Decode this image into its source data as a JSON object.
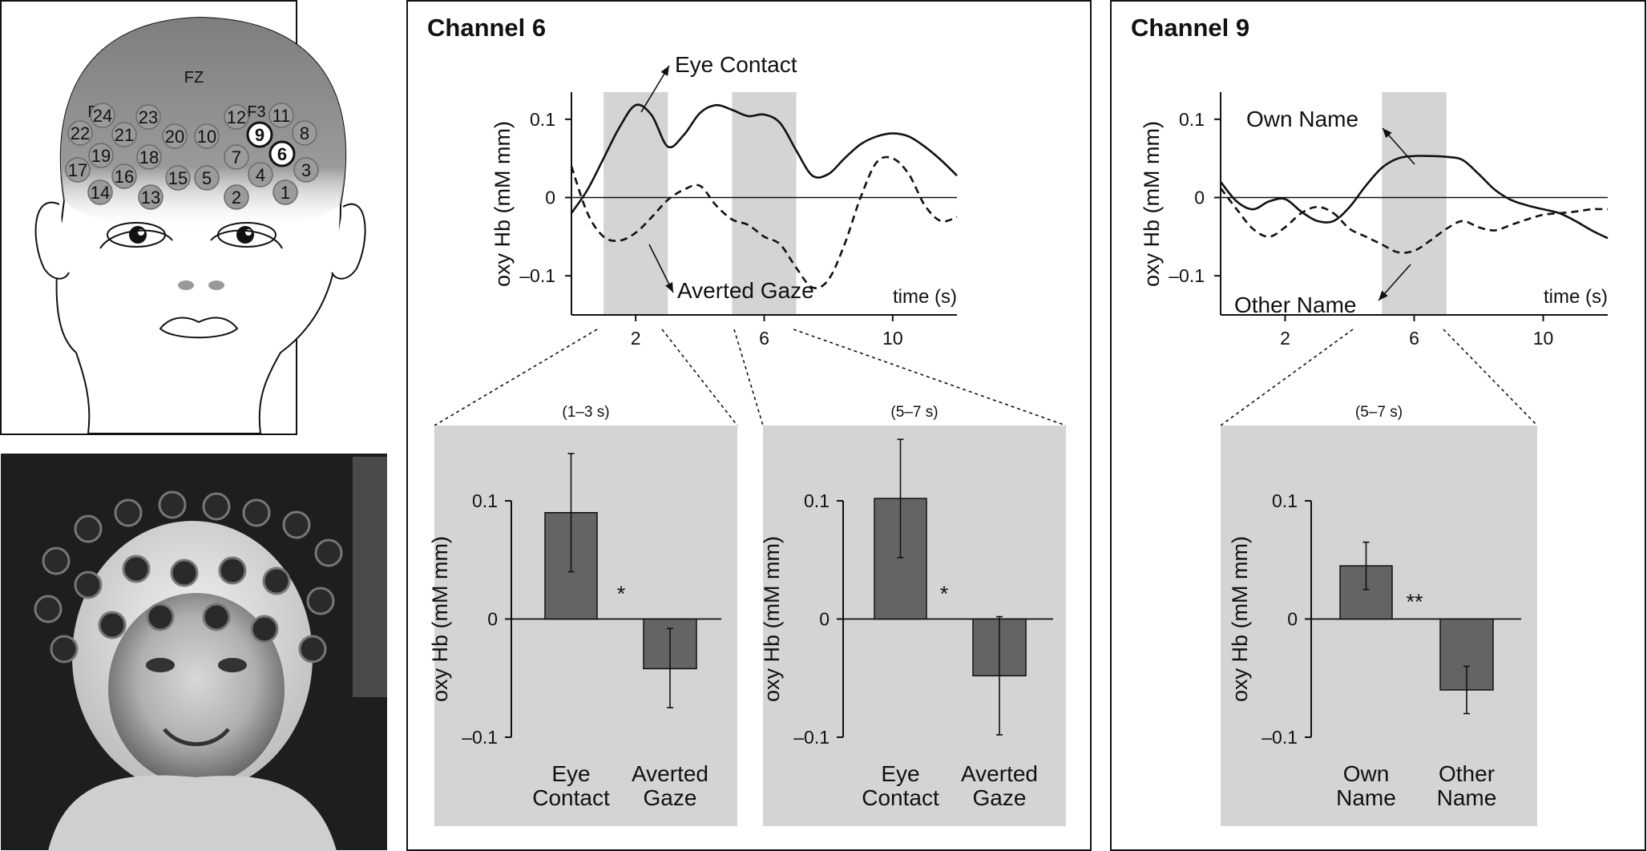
{
  "head_diagram": {
    "landmarks": [
      "FZ",
      "F4",
      "F3"
    ],
    "channels": [
      {
        "id": "24",
        "ring": "grey"
      },
      {
        "id": "23",
        "ring": "grey"
      },
      {
        "id": "22",
        "ring": "grey"
      },
      {
        "id": "21",
        "ring": "grey"
      },
      {
        "id": "20",
        "ring": "grey"
      },
      {
        "id": "10",
        "ring": "grey"
      },
      {
        "id": "19",
        "ring": "grey"
      },
      {
        "id": "18",
        "ring": "grey"
      },
      {
        "id": "17",
        "ring": "grey"
      },
      {
        "id": "16",
        "ring": "grey"
      },
      {
        "id": "15",
        "ring": "grey"
      },
      {
        "id": "5",
        "ring": "grey"
      },
      {
        "id": "14",
        "ring": "grey"
      },
      {
        "id": "13",
        "ring": "grey"
      },
      {
        "id": "12",
        "ring": "grey"
      },
      {
        "id": "11",
        "ring": "grey"
      },
      {
        "id": "9",
        "ring": "highlight"
      },
      {
        "id": "8",
        "ring": "grey"
      },
      {
        "id": "7",
        "ring": "grey"
      },
      {
        "id": "6",
        "ring": "highlight"
      },
      {
        "id": "3",
        "ring": "grey"
      },
      {
        "id": "4",
        "ring": "grey"
      },
      {
        "id": "1",
        "ring": "grey"
      },
      {
        "id": "2",
        "ring": "grey"
      }
    ]
  },
  "photo": {
    "description_icon": "infant-with-fnirs-cap-photo"
  },
  "chart_data": [
    {
      "type": "line",
      "panel_title": "Channel 6",
      "ylabel": "oxy Hb (mM mm)",
      "xlabel": "time (s)",
      "xlim": [
        0,
        12
      ],
      "ylim": [
        -0.15,
        0.15
      ],
      "xticks": [
        2,
        6,
        10
      ],
      "yticks": [
        {
          "v": 0.1,
          "t": "0.1"
        },
        {
          "v": 0,
          "t": "0"
        },
        {
          "v": -0.1,
          "t": "–0.1"
        }
      ],
      "shaded_windows": [
        [
          1,
          3
        ],
        [
          5,
          7
        ]
      ],
      "series": [
        {
          "name": "Eye Contact",
          "style": "solid",
          "x": [
            0,
            0.5,
            1,
            1.5,
            2,
            2.5,
            3,
            3.5,
            4,
            4.5,
            5,
            5.5,
            6,
            6.5,
            7,
            7.5,
            8,
            8.5,
            9,
            9.5,
            10,
            10.5,
            11,
            11.5,
            12
          ],
          "y": [
            -0.02,
            0.01,
            0.05,
            0.09,
            0.118,
            0.105,
            0.065,
            0.08,
            0.108,
            0.118,
            0.112,
            0.104,
            0.106,
            0.095,
            0.06,
            0.028,
            0.03,
            0.05,
            0.068,
            0.078,
            0.082,
            0.078,
            0.065,
            0.048,
            0.028
          ]
        },
        {
          "name": "Averted Gaze",
          "style": "dashed",
          "x": [
            0,
            0.5,
            1,
            1.5,
            2,
            2.5,
            3,
            3.5,
            4,
            4.5,
            5,
            5.5,
            6,
            6.5,
            7,
            7.5,
            8,
            8.5,
            9,
            9.5,
            10,
            10.5,
            11,
            11.5,
            12
          ],
          "y": [
            0.04,
            -0.02,
            -0.05,
            -0.055,
            -0.045,
            -0.025,
            -0.003,
            0.01,
            0.015,
            -0.01,
            -0.028,
            -0.035,
            -0.05,
            -0.06,
            -0.09,
            -0.115,
            -0.105,
            -0.06,
            0.0,
            0.045,
            0.05,
            0.03,
            -0.01,
            -0.03,
            -0.025
          ]
        }
      ],
      "annotations": [
        {
          "text": "Eye Contact"
        },
        {
          "text": "Averted Gaze"
        }
      ]
    },
    {
      "type": "line",
      "panel_title": "Channel 9",
      "ylabel": "oxy Hb (mM mm)",
      "xlabel": "time (s)",
      "xlim": [
        0,
        12
      ],
      "ylim": [
        -0.15,
        0.15
      ],
      "xticks": [
        2,
        6,
        10
      ],
      "yticks": [
        {
          "v": 0.1,
          "t": "0.1"
        },
        {
          "v": 0,
          "t": "0"
        },
        {
          "v": -0.1,
          "t": "–0.1"
        }
      ],
      "shaded_windows": [
        [
          5,
          7
        ]
      ],
      "series": [
        {
          "name": "Own Name",
          "style": "solid",
          "x": [
            0,
            0.5,
            1,
            1.5,
            2,
            2.5,
            3,
            3.5,
            4,
            4.5,
            5,
            5.5,
            6,
            6.5,
            7,
            7.5,
            8,
            8.5,
            9,
            9.5,
            10,
            10.5,
            11,
            11.5,
            12
          ],
          "y": [
            0.02,
            -0.005,
            -0.015,
            -0.005,
            -0.002,
            -0.018,
            -0.03,
            -0.03,
            -0.012,
            0.015,
            0.038,
            0.05,
            0.053,
            0.053,
            0.052,
            0.048,
            0.03,
            0.01,
            -0.003,
            -0.01,
            -0.015,
            -0.02,
            -0.03,
            -0.042,
            -0.052
          ]
        },
        {
          "name": "Other Name",
          "style": "dashed",
          "x": [
            0,
            0.5,
            1,
            1.5,
            2,
            2.5,
            3,
            3.5,
            4,
            4.5,
            5,
            5.5,
            6,
            6.5,
            7,
            7.5,
            8,
            8.5,
            9,
            9.5,
            10,
            10.5,
            11,
            11.5,
            12
          ],
          "y": [
            0.012,
            -0.015,
            -0.04,
            -0.05,
            -0.038,
            -0.02,
            -0.012,
            -0.02,
            -0.04,
            -0.05,
            -0.06,
            -0.07,
            -0.068,
            -0.055,
            -0.04,
            -0.03,
            -0.038,
            -0.042,
            -0.035,
            -0.028,
            -0.022,
            -0.02,
            -0.018,
            -0.015,
            -0.015
          ]
        }
      ],
      "annotations": [
        {
          "text": "Own Name"
        },
        {
          "text": "Other Name"
        }
      ]
    },
    {
      "type": "bar",
      "window_label": "(1–3 s)",
      "ylabel": "oxy Hb (mM mm)",
      "ylim": [
        -0.1,
        0.1
      ],
      "yticks": [
        {
          "v": 0.1,
          "t": "0.1"
        },
        {
          "v": 0,
          "t": "0"
        },
        {
          "v": -0.1,
          "t": "–0.1"
        }
      ],
      "categories": [
        [
          "Eye",
          "Contact"
        ],
        [
          "Averted",
          "Gaze"
        ]
      ],
      "values": [
        0.09,
        -0.042
      ],
      "errors": [
        [
          0.04,
          0.14
        ],
        [
          -0.075,
          -0.008
        ]
      ],
      "significance": "*"
    },
    {
      "type": "bar",
      "window_label": "(5–7 s)",
      "ylabel": "oxy Hb (mM mm)",
      "ylim": [
        -0.1,
        0.1
      ],
      "yticks": [
        {
          "v": 0.1,
          "t": "0.1"
        },
        {
          "v": 0,
          "t": "0"
        },
        {
          "v": -0.1,
          "t": "–0.1"
        }
      ],
      "categories": [
        [
          "Eye",
          "Contact"
        ],
        [
          "Averted",
          "Gaze"
        ]
      ],
      "values": [
        0.102,
        -0.048
      ],
      "errors": [
        [
          0.052,
          0.152
        ],
        [
          -0.098,
          0.002
        ]
      ],
      "significance": "*"
    },
    {
      "type": "bar",
      "window_label": "(5–7 s)",
      "ylabel": "oxy Hb (mM mm)",
      "ylim": [
        -0.1,
        0.1
      ],
      "yticks": [
        {
          "v": 0.1,
          "t": "0.1"
        },
        {
          "v": 0,
          "t": "0"
        },
        {
          "v": -0.1,
          "t": "–0.1"
        }
      ],
      "categories": [
        [
          "Own",
          "Name"
        ],
        [
          "Other",
          "Name"
        ]
      ],
      "values": [
        0.045,
        -0.06
      ],
      "errors": [
        [
          0.025,
          0.065
        ],
        [
          -0.08,
          -0.04
        ]
      ],
      "significance": "**"
    }
  ],
  "colors": {
    "frame": "#111111",
    "shade": "#d4d4d4",
    "bar": "#646464",
    "head_grey": "#8a8a8a",
    "channel_fill": "#9b9b9b",
    "photo_bg": "#1e1e1e"
  }
}
